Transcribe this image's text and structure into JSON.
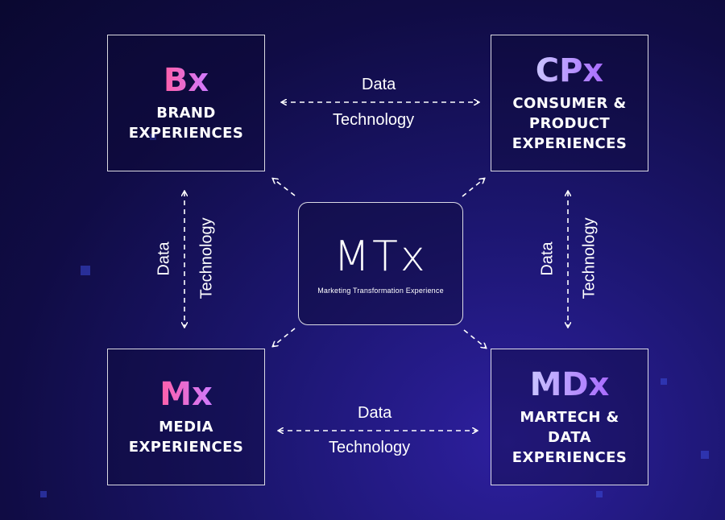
{
  "center": {
    "title": "MTx",
    "subtitle": "Marketing Transformation Experience"
  },
  "boxes": {
    "bx": {
      "code": "Bx",
      "label": "BRAND\nEXPERIENCES"
    },
    "cpx": {
      "code": "CPx",
      "label": "CONSUMER &\nPRODUCT\nEXPERIENCES"
    },
    "mx": {
      "code": "Mx",
      "label": "MEDIA\nEXPERIENCES"
    },
    "mdx": {
      "code": "MDx",
      "label": "MARTECH &\nDATA\nEXPERIENCES"
    }
  },
  "connectors": {
    "top": {
      "data": "Data",
      "technology": "Technology"
    },
    "bottom": {
      "data": "Data",
      "technology": "Technology"
    },
    "left": {
      "data": "Data",
      "technology": "Technology"
    },
    "right": {
      "data": "Data",
      "technology": "Technology"
    }
  },
  "colors": {
    "background": "#140f55",
    "accent_warm": "#ff5fa8",
    "accent_cool": "#c9c4ff"
  }
}
